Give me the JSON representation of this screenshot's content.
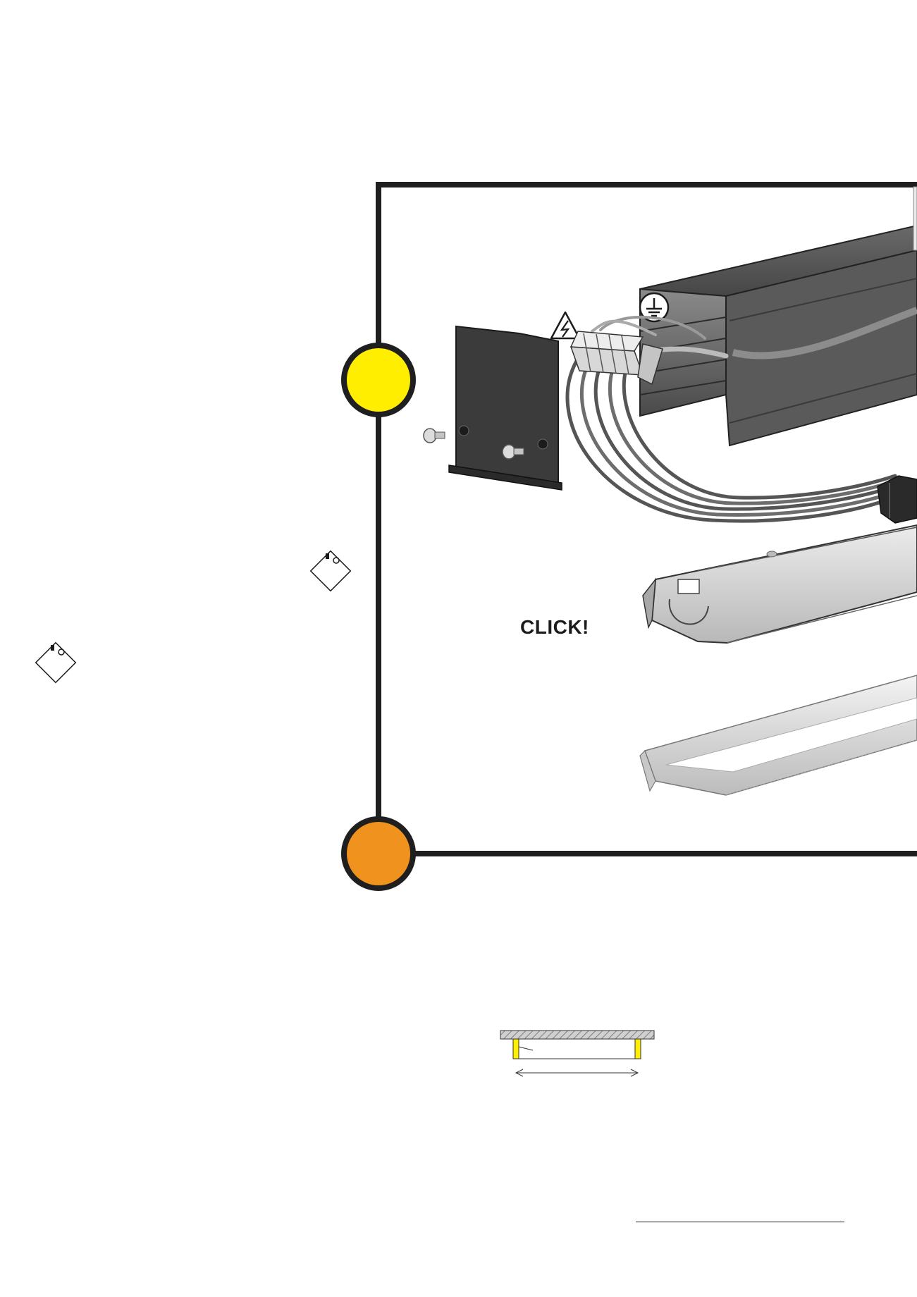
{
  "page": {
    "background": "#ffffff"
  },
  "diagram": {
    "frame_color": "#1f1f1f",
    "step_markers": [
      {
        "color": "#ffee00",
        "name": "yellow-step-marker"
      },
      {
        "color": "#f0921e",
        "name": "orange-step-marker"
      }
    ],
    "annotation": "CLICK!",
    "icons": {
      "electric_hazard": "electric-hazard-warning-icon",
      "protective_earth": "protective-earth-ground-icon",
      "screw_tool": "screw-tool-diamond-icon"
    },
    "parts": [
      "end-cap-plate",
      "mounting-screw",
      "aluminium-profile-housing",
      "terminal-block",
      "connection-wires",
      "wire-connector",
      "led-gear-tray",
      "diffuser-cover"
    ]
  },
  "mounting_detail": {
    "ceiling_fill": "#bdbdbd",
    "bracket_color": "#ffee00"
  }
}
